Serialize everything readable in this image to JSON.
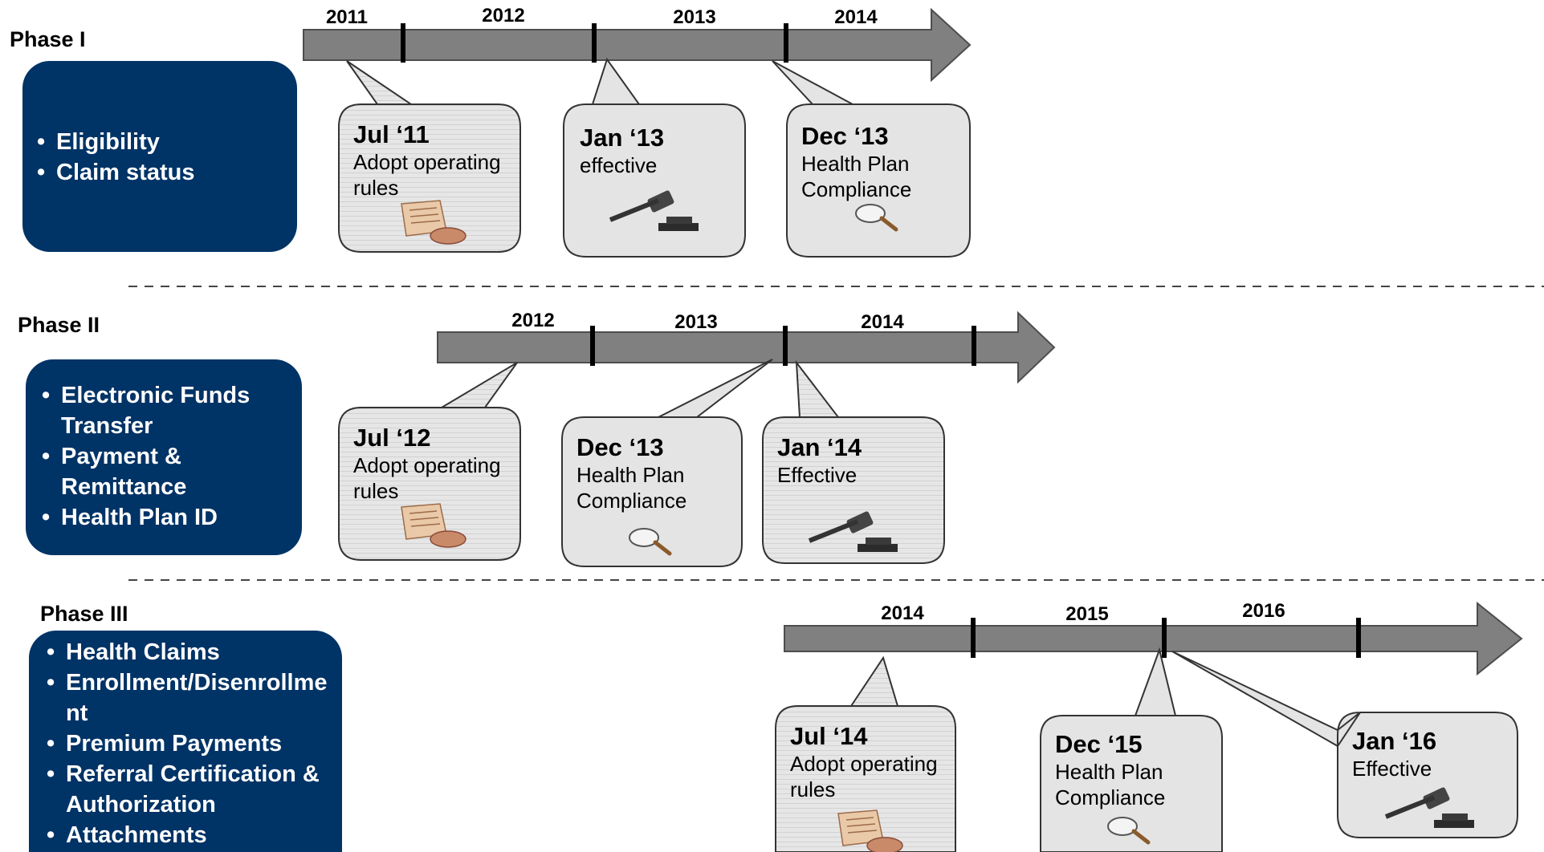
{
  "phases": [
    {
      "title": "Phase I",
      "topics": [
        "Eligibility",
        "Claim status"
      ],
      "years": [
        "2011",
        "2012",
        "2013",
        "2014"
      ],
      "callouts": [
        {
          "date": "Jul ‘11",
          "desc": [
            "Adopt operating",
            "rules"
          ],
          "icon": "document-hand-icon"
        },
        {
          "date": "Jan ‘13",
          "desc": [
            "effective"
          ],
          "icon": "gavel-icon"
        },
        {
          "date": "Dec ‘13",
          "desc": [
            "Health Plan",
            "Compliance"
          ],
          "icon": "magnifier-icon"
        }
      ]
    },
    {
      "title": "Phase II",
      "topics": [
        "Electronic Funds Transfer",
        "Payment & Remittance",
        "Health Plan ID"
      ],
      "years": [
        "2012",
        "2013",
        "2014"
      ],
      "callouts": [
        {
          "date": "Jul ‘12",
          "desc": [
            "Adopt operating",
            "rules"
          ],
          "icon": "document-hand-icon"
        },
        {
          "date": "Dec ‘13",
          "desc": [
            "Health Plan",
            "Compliance"
          ],
          "icon": "magnifier-icon"
        },
        {
          "date": "Jan ‘14",
          "desc": [
            "Effective"
          ],
          "icon": "gavel-icon"
        }
      ]
    },
    {
      "title": "Phase III",
      "topics": [
        "Health Claims",
        "Enrollment/Disenrollment",
        "Premium Payments",
        "Referral Certification & Authorization",
        "Attachments"
      ],
      "years": [
        "2014",
        "2015",
        "2016"
      ],
      "callouts": [
        {
          "date": "Jul ‘14",
          "desc": [
            "Adopt operating",
            "rules"
          ],
          "icon": "document-hand-icon"
        },
        {
          "date": "Dec ‘15",
          "desc": [
            "Health Plan",
            "Compliance"
          ],
          "icon": "magnifier-icon"
        },
        {
          "date": "Jan ‘16",
          "desc": [
            "Effective"
          ],
          "icon": "gavel-icon"
        }
      ]
    }
  ],
  "colors": {
    "topic_box": "#003366",
    "timeline_arrow": "#808080",
    "callout_fill": "#e4e4e4",
    "divider": "#444444"
  }
}
